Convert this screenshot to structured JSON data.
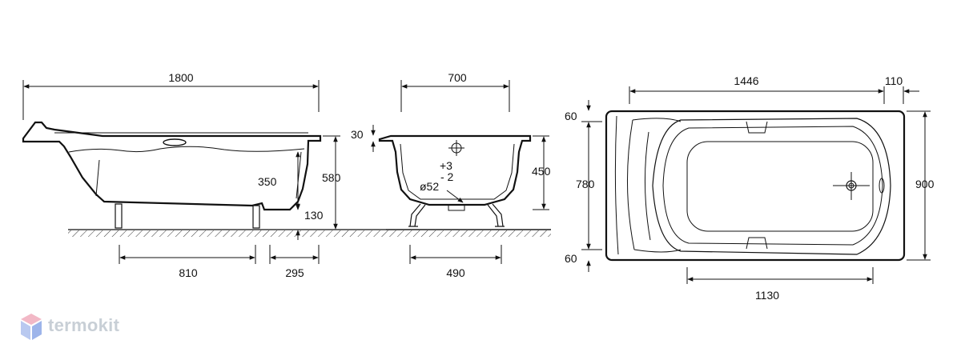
{
  "watermark": {
    "text": "termokit",
    "color": "#c8cfd6",
    "logo_colors": [
      "#f2b8c6",
      "#b9c9f0",
      "#9db4ea"
    ]
  },
  "side_view": {
    "total_length": "1800",
    "height": "580",
    "depth": "350",
    "leg_height": "130",
    "leg_spacing": "810",
    "leg_offset": "295"
  },
  "end_view": {
    "width": "700",
    "rim": "30",
    "depth": "450",
    "leg_spacing": "490",
    "drain_diameter": "ø52",
    "tol_plus": "+3",
    "tol_minus": "- 2"
  },
  "top_view": {
    "inner_length": "1446",
    "end_offset": "110",
    "width": "900",
    "inner_width": "780",
    "rim_top": "60",
    "rim_bottom": "60",
    "bottom_length": "1130"
  }
}
